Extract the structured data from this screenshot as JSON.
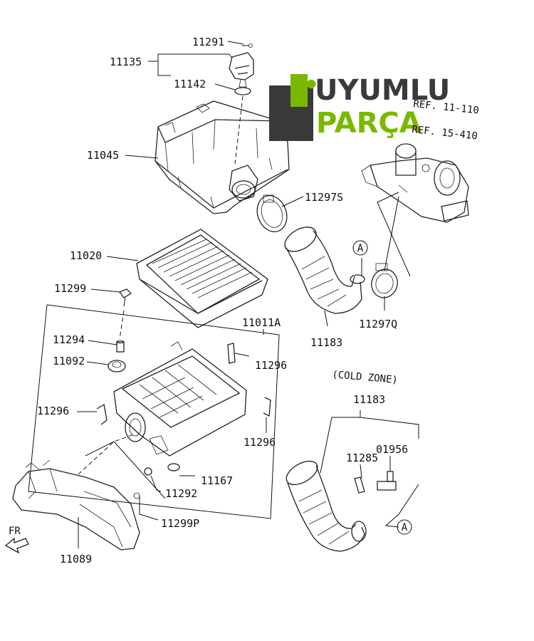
{
  "diagram": {
    "watermark": {
      "word1": "UYUMLU",
      "word2": "PARÇA",
      "color_green": "#7ab800",
      "color_dark": "#3a3a3a"
    },
    "refs": {
      "ref1": "REF. 11-110",
      "ref2": "REF. 15-410"
    },
    "labels": {
      "p11291": "11291",
      "p11135": "11135",
      "p11142": "11142",
      "p11045": "11045",
      "p11297S": "11297S",
      "p11020": "11020",
      "p11299": "11299",
      "p11011A": "11011A",
      "p11294": "11294",
      "p11092": "11092",
      "p11296a": "11296",
      "p11296b": "11296",
      "p11296c": "11296",
      "p11167": "11167",
      "p11292": "11292",
      "p11299P": "11299P",
      "p11089": "11089",
      "p11183a": "11183",
      "p11297Q": "11297Q",
      "coldzone": "(COLD ZONE)",
      "p11183b": "11183",
      "p01956": "01956",
      "p11285": "11285",
      "marker1": "A",
      "marker2": "A",
      "front": "FR"
    }
  }
}
